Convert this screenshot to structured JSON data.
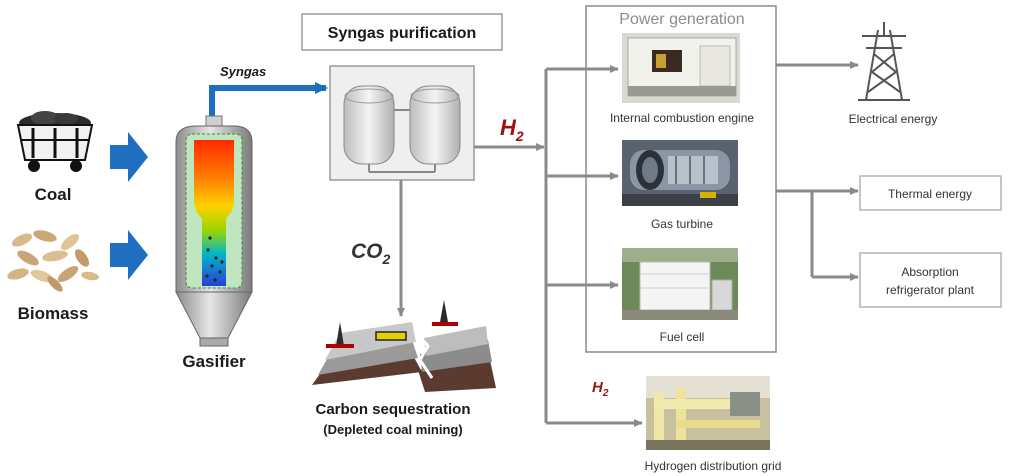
{
  "inputs": {
    "coal": "Coal",
    "biomass": "Biomass"
  },
  "gasifier": {
    "label": "Gasifier",
    "output": "Syngas"
  },
  "purification": {
    "label": "Syngas purification"
  },
  "co2": {
    "base": "CO",
    "sub": "2"
  },
  "sequestration": {
    "line1": "Carbon sequestration",
    "line2": "(Depleted coal mining)"
  },
  "h2_main": {
    "base": "H",
    "sub": "2"
  },
  "h2_small": {
    "base": "H",
    "sub": "2"
  },
  "power": {
    "title": "Power generation",
    "engine": "Internal  combustion engine",
    "turbine": "Gas turbine",
    "fuelcell": "Fuel cell"
  },
  "outputs": {
    "electrical": "Electrical   energy",
    "thermal": "Thermal energy",
    "absorption_line1": "Absorption",
    "absorption_line2": "refrigerator plant",
    "hydrogen_grid": "Hydrogen distribution grid"
  },
  "colors": {
    "arrow_blue": "#1f6fc0",
    "flow_grey": "#8a8a8a",
    "h2_red": "#a01010",
    "box_border": "#999999"
  }
}
